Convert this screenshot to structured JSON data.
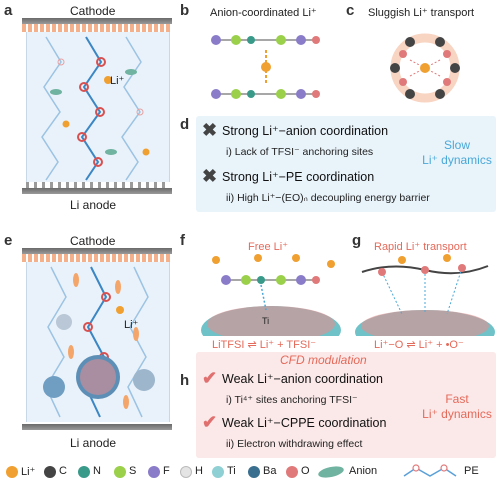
{
  "panels": {
    "a": {
      "label": "a",
      "top": "Cathode",
      "bottom": "Li anode",
      "li_label": "Li⁺"
    },
    "b": {
      "label": "b",
      "title": "Anion-coordinated Li⁺"
    },
    "c": {
      "label": "c",
      "title": "Sluggish Li⁺ transport"
    },
    "d": {
      "label": "d",
      "point1": "Strong Li⁺−anion coordination",
      "sub1": "i) Lack of TFSI⁻ anchoring sites",
      "point2": "Strong Li⁺−PE coordination",
      "sub2": "ii) High Li⁺−(EO)ₙ decoupling energy barrier",
      "side": [
        "Slow",
        "Li⁺ dynamics"
      ]
    },
    "e": {
      "label": "e",
      "top": "Cathode",
      "bottom": "Li anode",
      "li_label": "Li⁺"
    },
    "f": {
      "label": "f",
      "title": "Free Li⁺",
      "ti_label": "Ti",
      "equation": "LiTFSI ⇌ Li⁺ + TFSI⁻"
    },
    "g": {
      "label": "g",
      "title": "Rapid Li⁺ transport",
      "equation": "Li⁺−O ⇌ Li⁺ + •O⁻"
    },
    "h": {
      "label": "h",
      "header": "CFD modulation",
      "point1": "Weak Li⁺−anion coordination",
      "sub1": "i) Ti⁴⁺ sites anchoring TFSI⁻",
      "point2": "Weak Li⁺−CPPE coordination",
      "sub2": "ii) Electron withdrawing effect",
      "side": [
        "Fast",
        "Li⁺ dynamics"
      ]
    }
  },
  "legend": [
    {
      "symbol": "Li⁺",
      "color": "#f0a030"
    },
    {
      "symbol": "C",
      "color": "#444444"
    },
    {
      "symbol": "N",
      "color": "#3a9a8a"
    },
    {
      "symbol": "S",
      "color": "#9ad04a"
    },
    {
      "symbol": "F",
      "color": "#8a7cc8"
    },
    {
      "symbol": "H",
      "color": "#e4e4e4"
    },
    {
      "symbol": "Ti",
      "color": "#8fd0d4"
    },
    {
      "symbol": "Ba",
      "color": "#3a6f8f"
    },
    {
      "symbol": "O",
      "color": "#e07a7a"
    },
    {
      "symbol": "Anion",
      "color": "#6fb3a0"
    },
    {
      "symbol": "PE",
      "color": "#5aa0d8"
    }
  ],
  "colors": {
    "slow_box": "#e8f3fa",
    "fast_box": "#fbe8e8",
    "slow_text": "#4aa8d8",
    "fast_text": "#e46a5a",
    "cross": "#444444",
    "check": "#e07070",
    "electrode": "#7a7a7a",
    "cell": "#eef5fb"
  }
}
